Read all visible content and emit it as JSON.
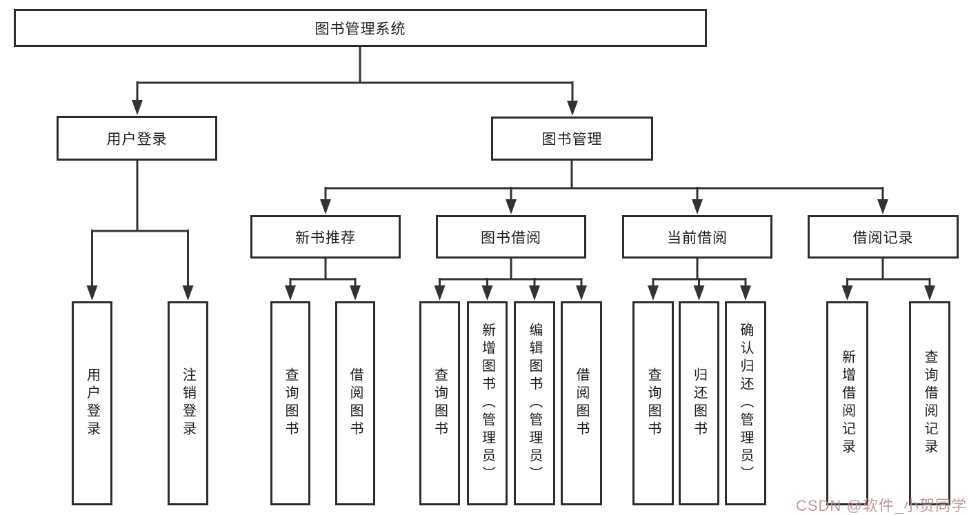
{
  "diagram_type": "hierarchy-tree",
  "colors": {
    "background": "#ffffff",
    "line": "#333333",
    "box_border": "#2d2d2d",
    "text": "#1c1c1c",
    "watermark": "#bb8f94"
  },
  "tree": {
    "label": "图书管理系统",
    "children": [
      {
        "label": "用户登录",
        "children": [
          {
            "label": "用户登录"
          },
          {
            "label": "注销登录"
          }
        ]
      },
      {
        "label": "图书管理",
        "children": [
          {
            "label": "新书推荐",
            "children": [
              {
                "label": "查询图书"
              },
              {
                "label": "借阅图书"
              }
            ]
          },
          {
            "label": "图书借阅",
            "children": [
              {
                "label": "查询图书"
              },
              {
                "label": "新增图书（管理员）"
              },
              {
                "label": "编辑图书（管理员）"
              },
              {
                "label": "借阅图书"
              }
            ]
          },
          {
            "label": "当前借阅",
            "children": [
              {
                "label": "查询图书"
              },
              {
                "label": "归还图书"
              },
              {
                "label": "确认归还（管理员）"
              }
            ]
          },
          {
            "label": "借阅记录",
            "children": [
              {
                "label": "新增借阅记录"
              },
              {
                "label": "查询借阅记录"
              }
            ]
          }
        ]
      }
    ]
  },
  "watermark": {
    "text": "CSDN @软件_小贺同学"
  }
}
